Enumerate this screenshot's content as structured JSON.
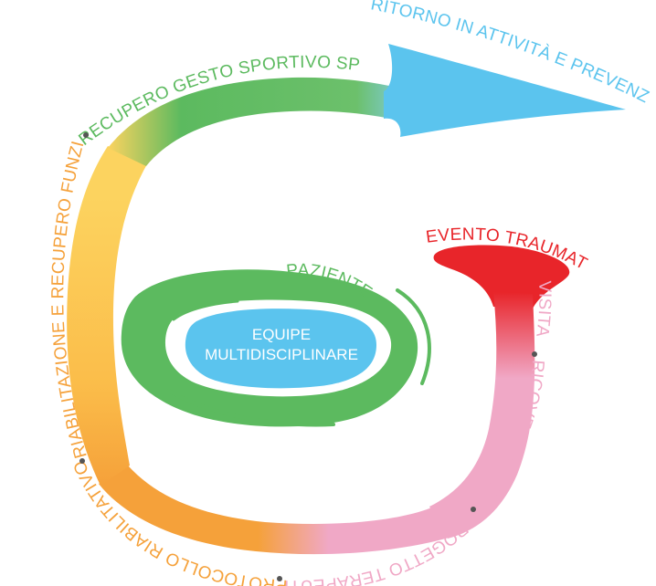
{
  "diagram": {
    "center": {
      "line1": "EQUIPE",
      "line2": "MULTIDISCIPLINARE"
    },
    "ring_label": "PAZIENTE",
    "stages": [
      {
        "key": "evento",
        "label": "EVENTO TRAUMATICO",
        "color": "#e8252a"
      },
      {
        "key": "visita",
        "label": "VISITA",
        "color": "#f0a8c6"
      },
      {
        "key": "ricovero",
        "label": "RICOVERO/CHIRURGIA",
        "color": "#f0a8c6"
      },
      {
        "key": "progetto",
        "label": "PROGETTO TERAPEUTICO",
        "color": "#f0a8c6"
      },
      {
        "key": "protocollo",
        "label": "PROTOCOLLO RIABILITATIVO",
        "color": "#f5a13a"
      },
      {
        "key": "riabilitazione",
        "label": "RIABILITAZIONE E RECUPERO FUNZIONALE",
        "color": "#f5a13a"
      },
      {
        "key": "recupero",
        "label": "RECUPERO GESTO SPORTIVO SPECIFICO",
        "color": "#5cba5f"
      },
      {
        "key": "ritorno",
        "label": "RITORNO IN ATTIVITÀ E PREVENZIONE",
        "color": "#5bc4ee"
      }
    ],
    "colors": {
      "red": "#e8252a",
      "pink": "#f0a8c6",
      "orange": "#f5a13a",
      "yellow": "#fcd35f",
      "green": "#5cba5f",
      "blue": "#5bc4ee"
    }
  }
}
